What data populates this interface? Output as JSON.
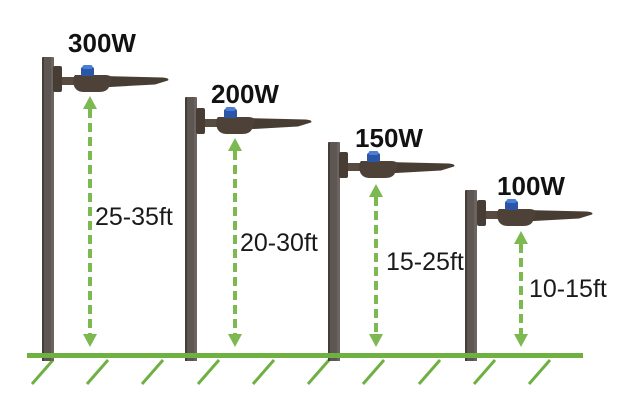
{
  "lights": [
    {
      "wattage": "300W",
      "wattage_watts": 300,
      "height_range": "25-35ft",
      "height_min_ft": 25,
      "height_max_ft": 35
    },
    {
      "wattage": "200W",
      "wattage_watts": 200,
      "height_range": "20-30ft",
      "height_min_ft": 20,
      "height_max_ft": 30
    },
    {
      "wattage": "150W",
      "wattage_watts": 150,
      "height_range": "15-25ft",
      "height_min_ft": 15,
      "height_max_ft": 25
    },
    {
      "wattage": "100W",
      "wattage_watts": 100,
      "height_range": "10-15ft",
      "height_min_ft": 10,
      "height_max_ft": 15
    }
  ],
  "colors": {
    "arrow_green": "#7cb950",
    "ground_green": "#6fb042",
    "pole_gray": "#5e5652",
    "fixture_body": "#4e4238",
    "photocell_blue": "#2b55a7",
    "label_text": "#121212",
    "background": "#ffffff"
  }
}
